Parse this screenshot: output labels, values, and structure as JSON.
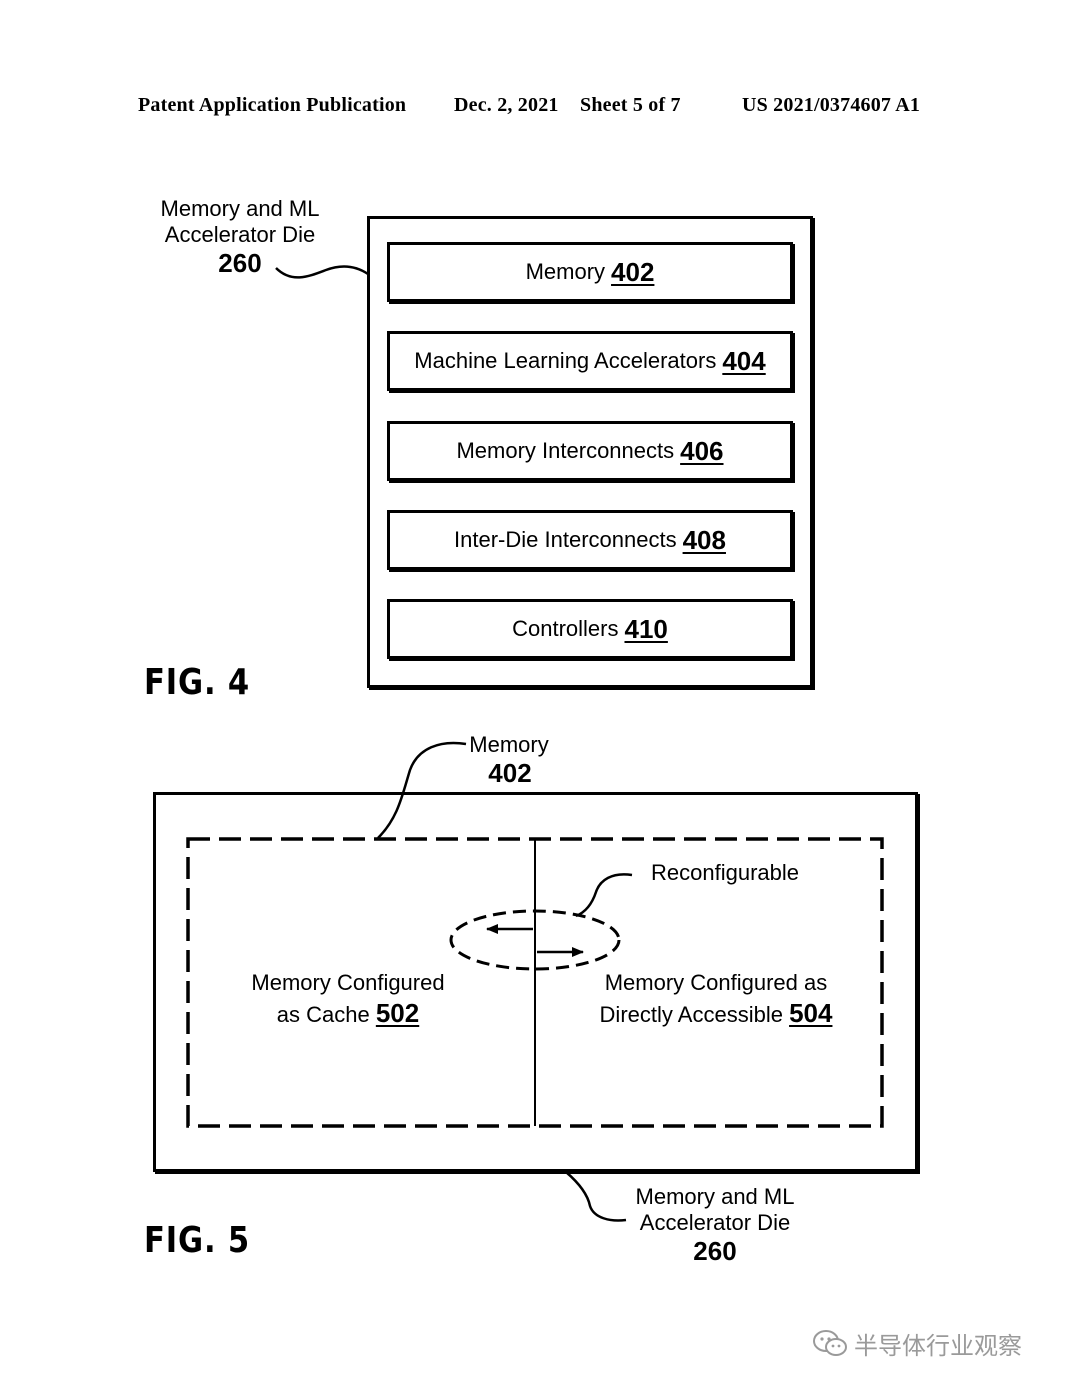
{
  "header": {
    "publication": "Patent Application Publication",
    "date": "Dec. 2, 2021",
    "sheet": "Sheet 5 of 7",
    "number": "US 2021/0374607 A1"
  },
  "fig4": {
    "die_label_line1": "Memory and ML",
    "die_label_line2": "Accelerator Die",
    "die_ref": "260",
    "blocks": [
      {
        "label": "Memory",
        "ref": "402"
      },
      {
        "label": "Machine Learning Accelerators",
        "ref": "404"
      },
      {
        "label": "Memory Interconnects",
        "ref": "406"
      },
      {
        "label": "Inter-Die Interconnects",
        "ref": "408"
      },
      {
        "label": "Controllers",
        "ref": "410"
      }
    ],
    "caption": "FIG. 4"
  },
  "fig5": {
    "memory_label": "Memory",
    "memory_ref": "402",
    "reconfigurable_label": "Reconfigurable",
    "cache_line1": "Memory Configured",
    "cache_line2": "as Cache",
    "cache_ref": "502",
    "direct_line1": "Memory Configured as",
    "direct_line2": "Directly Accessible",
    "direct_ref": "504",
    "die_label_line1": "Memory and ML",
    "die_label_line2": "Accelerator Die",
    "die_ref": "260",
    "caption": "FIG. 5"
  },
  "watermark": {
    "icon": "wechat-icon",
    "text": "半导体行业观察",
    "color": "#9a9a9a"
  }
}
